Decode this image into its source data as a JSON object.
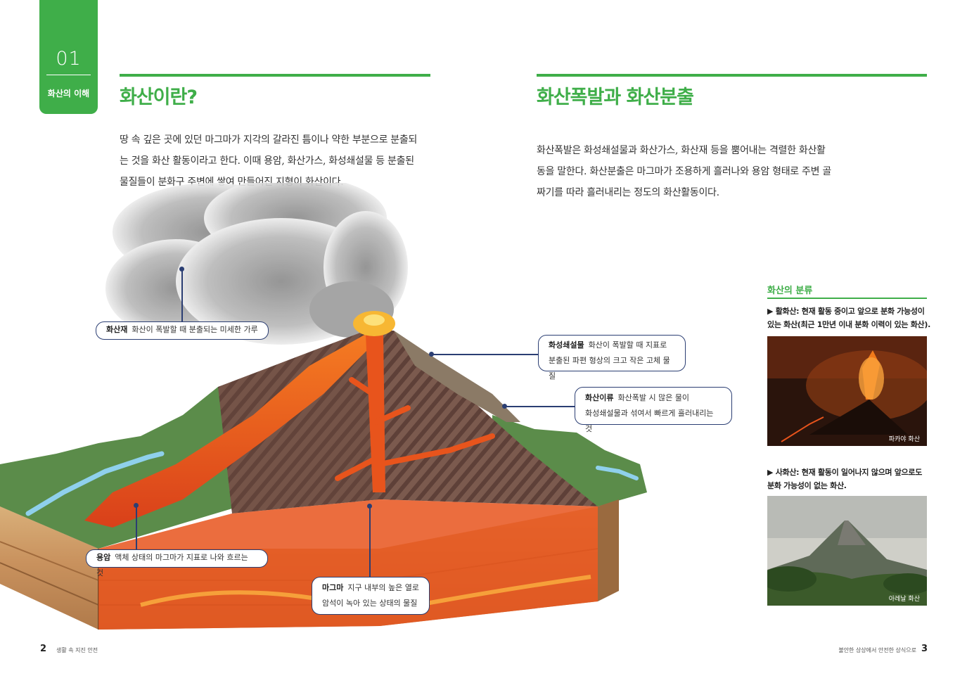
{
  "chapter": {
    "number": "01",
    "label": "화산의 이해"
  },
  "left_section": {
    "title": "화산이란?",
    "body": [
      "땅 속 깊은 곳에 있던 마그마가 지각의 갈라진 틈이나 약한 부분으로 분출되",
      "는 것을 화산 활동이라고 한다. 이때 용암, 화산가스, 화성쇄설물 등 분출된",
      "물질들이 분화구 주변에 쌓여 만들어진 지형이 화산이다."
    ]
  },
  "right_section": {
    "title": "화산폭발과 화산분출",
    "body": [
      "화산폭발은 화성쇄설물과 화산가스, 화산재 등을 뿜어내는 격렬한 화산활",
      "동을 말한다. 화산분출은 마그마가 조용하게 흘러나와 용암 형태로 주변 골",
      "짜기를 따라 흘러내리는 정도의 화산활동이다."
    ]
  },
  "callouts": {
    "ash": {
      "term": "화산재",
      "desc": "화산이 폭발할 때 분출되는 미세한 가루"
    },
    "pyroclastic": {
      "term": "화성쇄설물",
      "desc_line1": "화산이 폭발할 때 지표로",
      "desc_line2": "분출된 파편 형상의 크고 작은 고체 물질"
    },
    "lahar": {
      "term": "화산이류",
      "desc_line1": "화산폭발 시 많은 물이",
      "desc_line2": "화성쇄설물과 섞여서 빠르게 흘러내리는 것"
    },
    "lava": {
      "term": "용암",
      "desc": "액체 상태의 마그마가 지표로 나와 흐르는 것"
    },
    "magma": {
      "term": "마그마",
      "desc_line1": "지구 내부의 높은 열로",
      "desc_line2": "암석이 녹아 있는 상태의 물질"
    }
  },
  "sidebar": {
    "heading": "화산의 분류",
    "active": {
      "line1": "▶ 활화산: 현재 활동 중이고 앞으로 분화 가능성이",
      "line2": "있는 화산(최근 1만년 이내 분화 이력이 있는 화산).",
      "caption": "파카야 화산"
    },
    "dormant": {
      "line1": "▶ 사화산: 현재 활동이 일어나지 않으며 앞으로도",
      "line2": "분화 가능성이 없는 화산.",
      "caption": "아레날 화산"
    }
  },
  "footer": {
    "left_page": "2",
    "left_text": "생활 속 지진 안전",
    "right_text": "불안한 상상에서 안전한 상식으로",
    "right_page": "3"
  },
  "colors": {
    "accent_green": "#3fae49",
    "callout_navy": "#2b3e73",
    "lava": "#e8541c"
  }
}
